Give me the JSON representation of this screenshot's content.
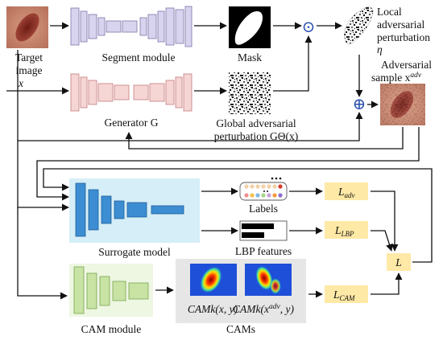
{
  "labels": {
    "target_image_1": "Target",
    "target_image_2": "image",
    "target_image_x": "x",
    "segment_module": "Segment module",
    "mask": "Mask",
    "generator": "Generator G",
    "global_pert_1": "Global adversarial",
    "global_pert_2": "perturbation GΘ(x)",
    "local_pert_1": "Local",
    "local_pert_2": "adversarial",
    "local_pert_3": "perturbation",
    "local_pert_eta": "η",
    "adv_sample_1": "Adversarial",
    "adv_sample_2": "sample x",
    "adv_sample_sup": "adv",
    "surrogate_model": "Surrogate model",
    "labels_box": "Labels",
    "lbp_features": "LBP features",
    "cam_module": "CAM module",
    "cams": "CAMs",
    "cam_left": "CAMk(x, y)",
    "cam_right_pre": "CAMk(x",
    "cam_right_sup": "adv",
    "cam_right_post": ", y)",
    "loss_adv_main": "L",
    "loss_adv_sub": "adv",
    "loss_lbp_main": "L",
    "loss_lbp_sub": "LBP",
    "loss_cam_main": "L",
    "loss_cam_sub": "CAM",
    "loss_total": "L",
    "odot_op": "⊙",
    "oplus_op": "⊕"
  },
  "colors": {
    "segment_fill": "#d8d3ee",
    "generator_fill": "#f6d5d5",
    "surrogate_bg": "#d6eef7",
    "surrogate_fill": "#3c8dd2",
    "cam_fill": "#c8e3a4",
    "cams_bg": "#e6e6e6",
    "loss_fill": "#ffe9a6",
    "operator": "#2a4fb0",
    "skin": "#cf8f78",
    "lesion": "#8e2f22"
  }
}
